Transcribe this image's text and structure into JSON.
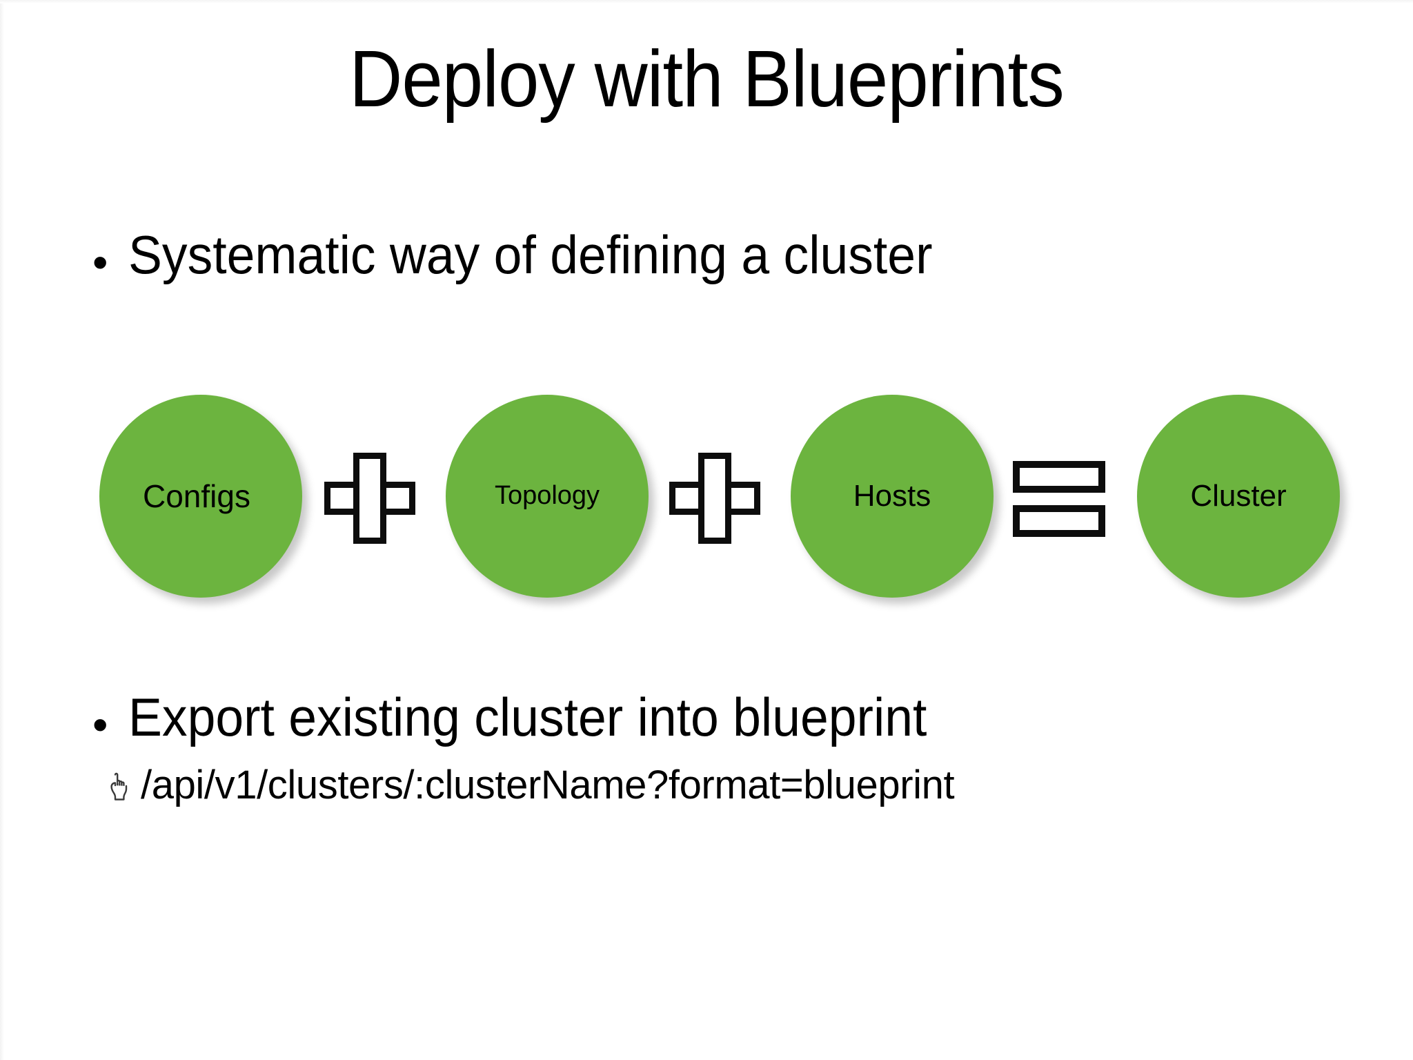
{
  "slide": {
    "title": "Deploy with Blueprints",
    "background_color": "#ffffff",
    "text_color": "#000000",
    "accent_color": "#6cb43f"
  },
  "bullets": [
    {
      "marker": "•",
      "text": "Systematic way of defining a cluster"
    },
    {
      "marker": "•",
      "text": "Export existing cluster into blueprint"
    }
  ],
  "sub_bullets": [
    {
      "marker_icon": "pointing-hand-icon",
      "text": "/api/v1/clusters/:clusterName?format=blueprint"
    }
  ],
  "diagram": {
    "type": "equation-flow",
    "operand_color": "#6cb43f",
    "nodes": [
      {
        "label": "Configs",
        "shape": "circle",
        "label_wrap": "Config / s"
      },
      {
        "label": "Topology",
        "shape": "circle"
      },
      {
        "label": "Hosts",
        "shape": "circle"
      },
      {
        "label": "Cluster",
        "shape": "circle"
      }
    ],
    "operators": [
      {
        "symbol": "+",
        "name": "plus-operator"
      },
      {
        "symbol": "+",
        "name": "plus-operator"
      },
      {
        "symbol": "=",
        "name": "equals-operator"
      }
    ],
    "expression": "Configs + Topology + Hosts = Cluster"
  }
}
